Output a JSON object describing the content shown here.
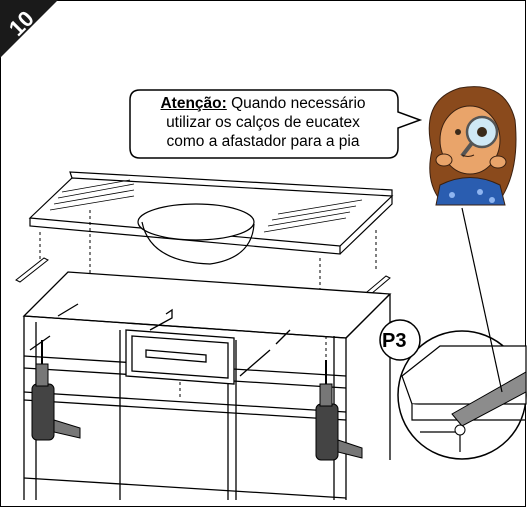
{
  "step_number": "10",
  "callout": {
    "emphasis": "Atenção:",
    "line1_rest": " Quando necessário",
    "line2": "utilizar os calços de eucatex",
    "line3": "como a afastador para a pia"
  },
  "part_label": "P3",
  "colors": {
    "badge": "#1a1a1a",
    "line": "#000000",
    "shim": "#8c8c8c",
    "character_skin": "#e9a46a",
    "character_hair": "#8a4a1c",
    "character_dress": "#2a5db0"
  },
  "icons": [
    "step-badge",
    "magnifier-character-icon",
    "drill-icon",
    "sink-top",
    "cabinet",
    "shim-detail"
  ]
}
